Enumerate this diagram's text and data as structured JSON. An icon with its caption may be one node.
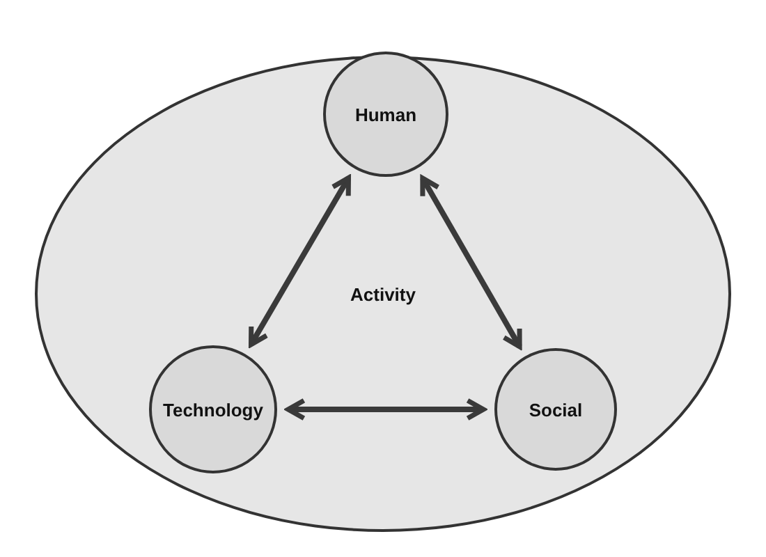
{
  "diagram": {
    "nodes": [
      {
        "text": [
          "Activity"
        ]
      },
      {
        "text": [
          "Human"
        ],
        "in": 0
      },
      {
        "text": [
          "Technology"
        ],
        "in": 0
      },
      {
        "text": [
          "Social"
        ],
        "in": 0
      }
    ],
    "edges": [
      {
        "from": 1,
        "to": 2,
        "arrow": "both"
      },
      {
        "from": 1,
        "to": 3,
        "arrow": "both"
      },
      {
        "from": 2,
        "to": 3,
        "arrow": "both"
      }
    ]
  }
}
